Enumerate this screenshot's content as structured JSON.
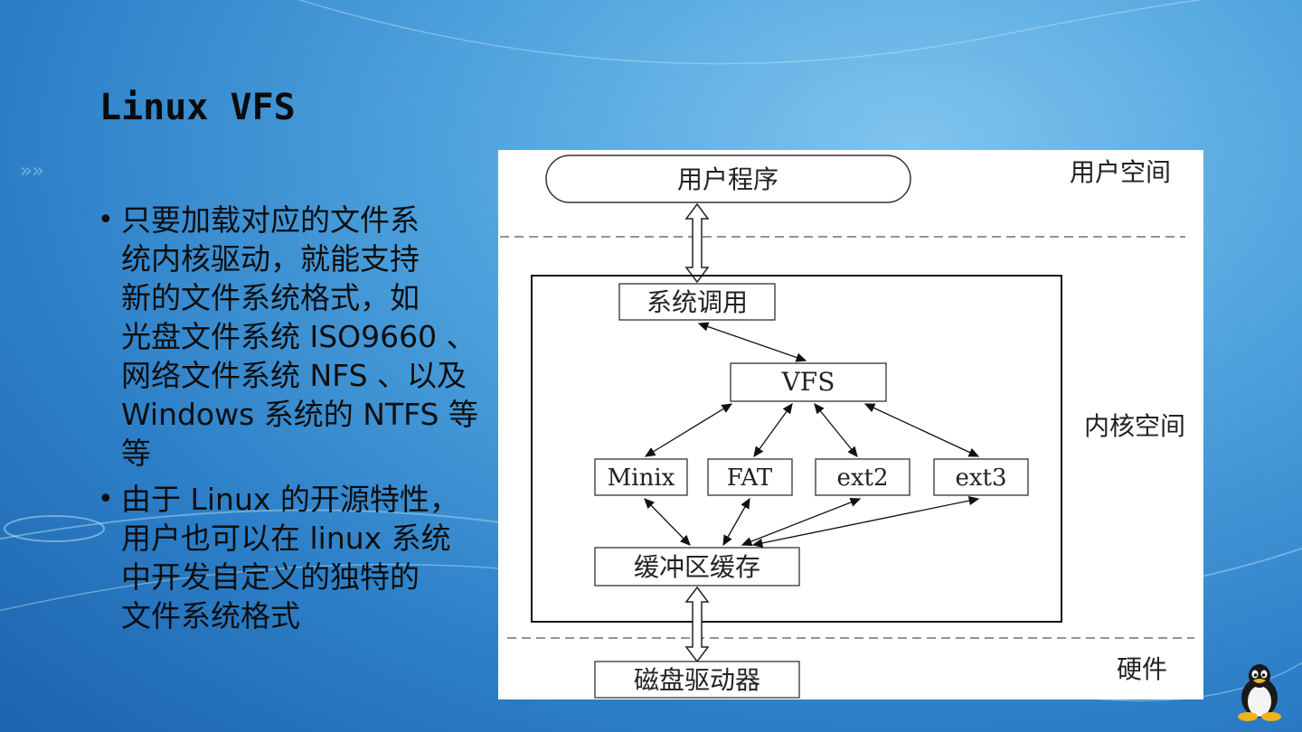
{
  "slide": {
    "title": "Linux VFS",
    "bullets": [
      {
        "lines": [
          "只要加载对应的文件系",
          "统内核驱动，就能支持",
          "新的文件系统格式，如",
          "光盘文件系统 ISO9660 、",
          "网络文件系统 NFS 、以及",
          "Windows 系统的 NTFS 等",
          "等"
        ]
      },
      {
        "lines": [
          "由于 Linux 的开源特性，",
          "用户也可以在 linux 系统",
          "中开发自定义的独特的",
          "文件系统格式"
        ]
      }
    ]
  },
  "diagram": {
    "zones": {
      "user": "用户空间",
      "kernel": "内核空间",
      "hardware": "硬件"
    },
    "nodes": {
      "user_program": "用户程序",
      "syscall": "系统调用",
      "vfs": "VFS",
      "minix": "Minix",
      "fat": "FAT",
      "ext2": "ext2",
      "ext3": "ext3",
      "buffer_cache": "缓冲区缓存",
      "disk_driver": "磁盘驱动器"
    }
  },
  "colors": {
    "bg_light": "#7fc4ee",
    "bg_dark": "#1d63ad",
    "text": "#0e0e0e"
  },
  "icons": {
    "logo": "tux-penguin-icon"
  }
}
